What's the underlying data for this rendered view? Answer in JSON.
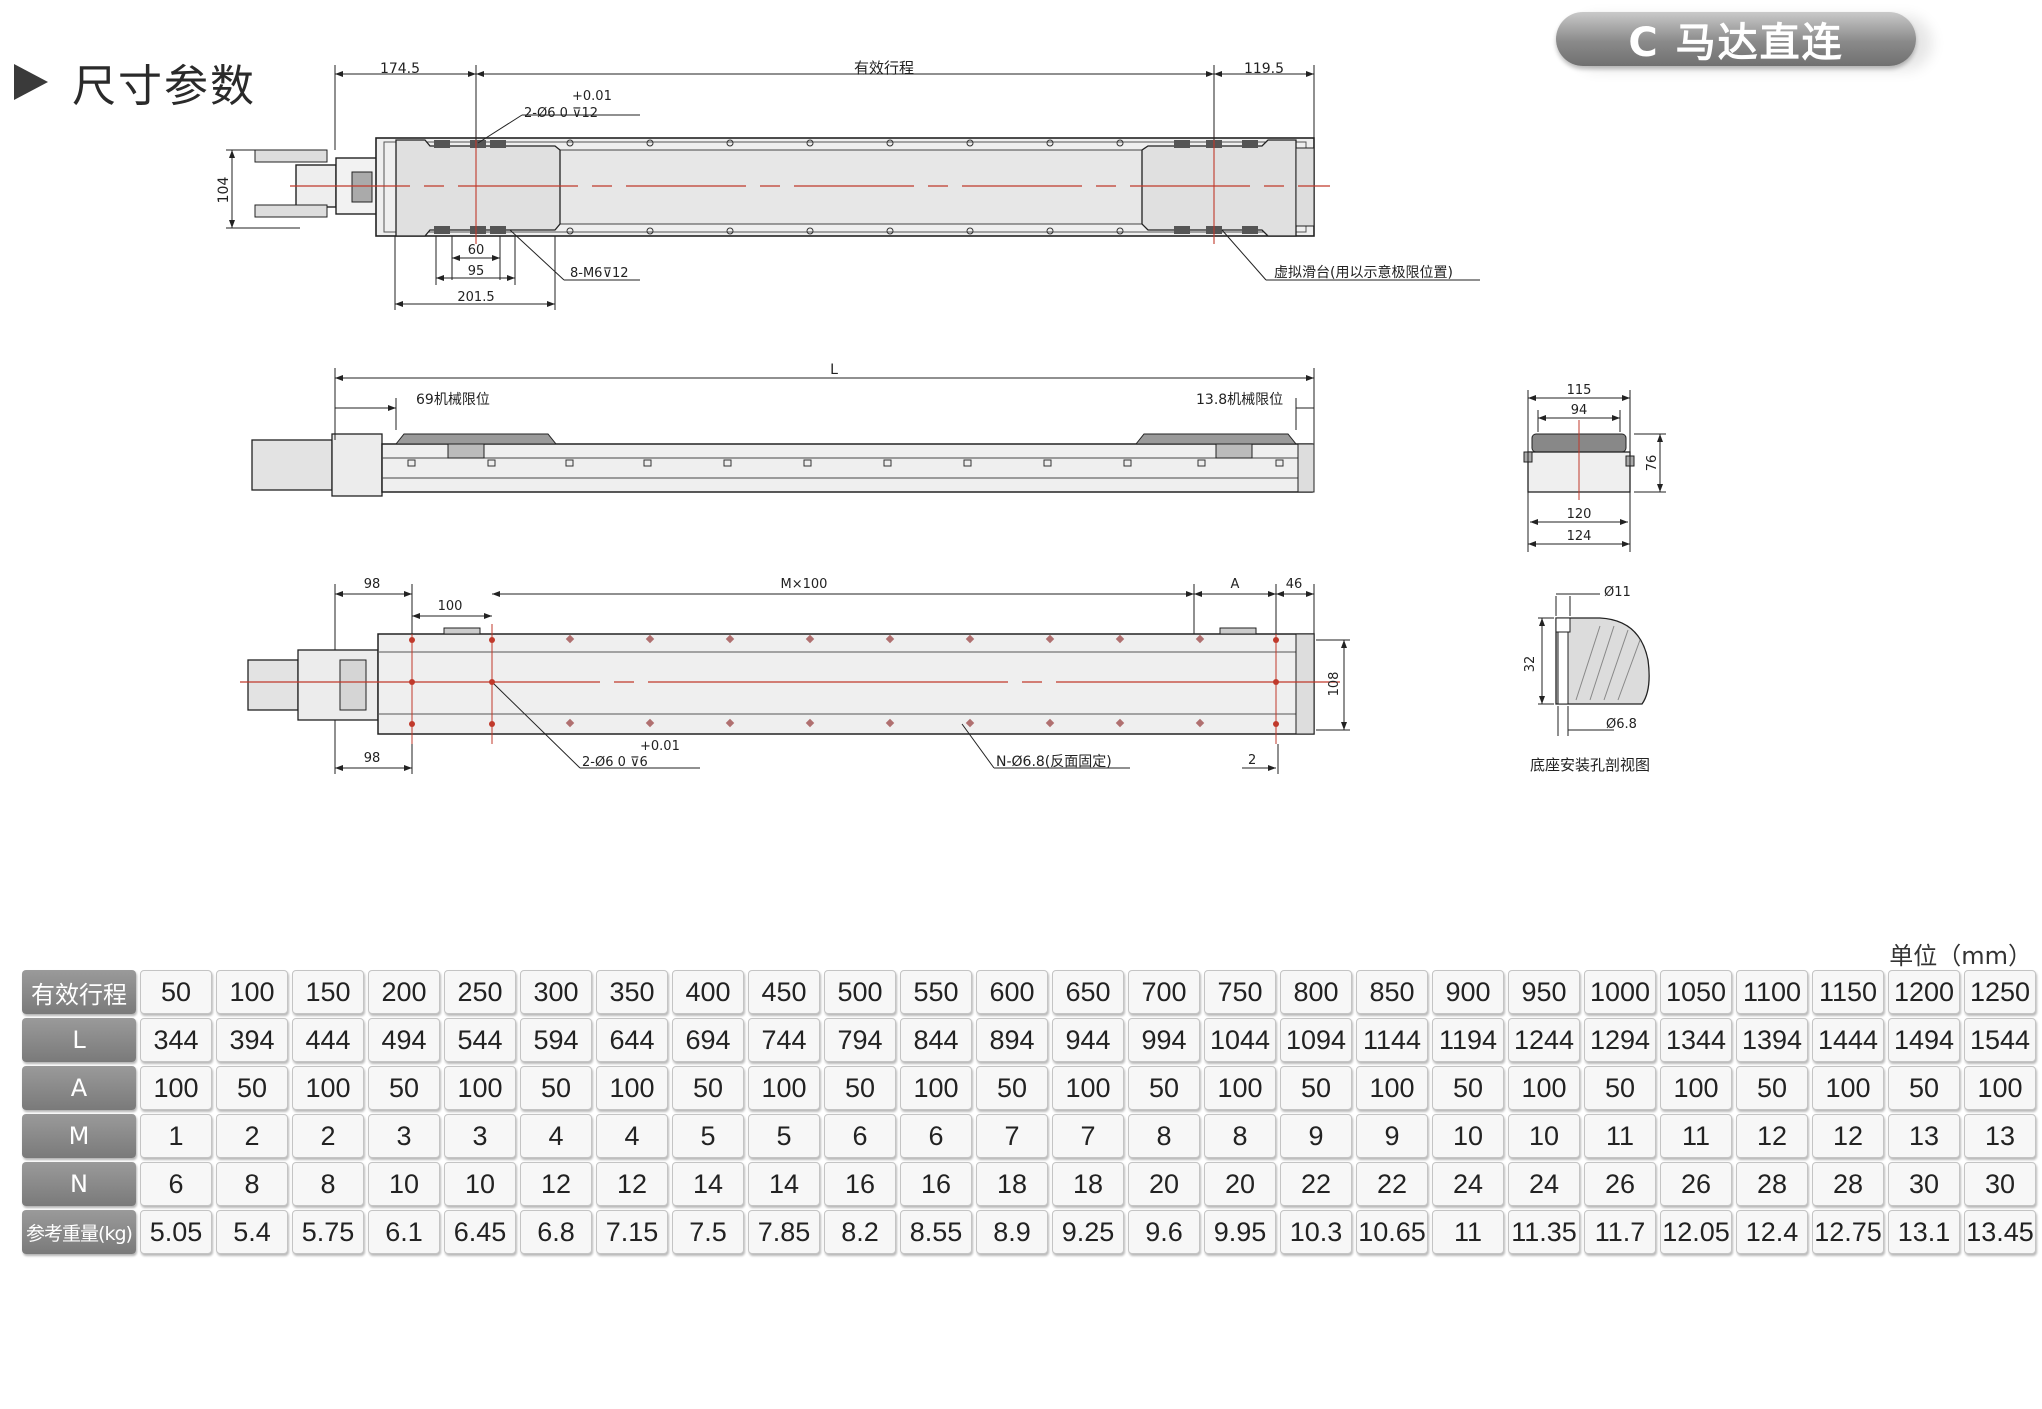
{
  "header": {
    "section_title": "尺寸参数",
    "badge": "C 马达直连"
  },
  "drawing": {
    "top_view": {
      "dim_left": "174.5",
      "dim_stroke": "有效行程",
      "dim_right": "119.5",
      "tol": "+0.01",
      "hole_2": "2-Ø6  0    ⊽12",
      "height": "104",
      "dim_60": "60",
      "dim_95": "95",
      "dim_2015": "201.5",
      "m6": "8-M6⊽12",
      "virtual_slide": "虚拟滑台(用以示意极限位置)"
    },
    "side_view": {
      "dim_L": "L",
      "mech_left": "69机械限位",
      "mech_right": "13.8机械限位"
    },
    "end_view": {
      "w115": "115",
      "w94": "94",
      "h76": "76",
      "w120": "120",
      "w124": "124"
    },
    "bottom_view": {
      "d98_top": "98",
      "d100": "100",
      "dM": "M×100",
      "dA": "A",
      "d46": "46",
      "h108": "108",
      "d98_bot": "98",
      "tol": "+0.01",
      "hole_2": "2-Ø6  0    ⊽6",
      "n_holes": "N-Ø6.8(反面固定)",
      "d2": "2"
    },
    "section_view": {
      "d11": "Ø11",
      "d32": "32",
      "d68": "Ø6.8",
      "caption": "底座安装孔剖视图"
    }
  },
  "table": {
    "unit": "单位（mm）",
    "rows": [
      {
        "label": "有效行程",
        "values": [
          "50",
          "100",
          "150",
          "200",
          "250",
          "300",
          "350",
          "400",
          "450",
          "500",
          "550",
          "600",
          "650",
          "700",
          "750",
          "800",
          "850",
          "900",
          "950",
          "1000",
          "1050",
          "1100",
          "1150",
          "1200",
          "1250"
        ]
      },
      {
        "label": "L",
        "values": [
          "344",
          "394",
          "444",
          "494",
          "544",
          "594",
          "644",
          "694",
          "744",
          "794",
          "844",
          "894",
          "944",
          "994",
          "1044",
          "1094",
          "1144",
          "1194",
          "1244",
          "1294",
          "1344",
          "1394",
          "1444",
          "1494",
          "1544"
        ]
      },
      {
        "label": "A",
        "values": [
          "100",
          "50",
          "100",
          "50",
          "100",
          "50",
          "100",
          "50",
          "100",
          "50",
          "100",
          "50",
          "100",
          "50",
          "100",
          "50",
          "100",
          "50",
          "100",
          "50",
          "100",
          "50",
          "100",
          "50",
          "100"
        ]
      },
      {
        "label": "M",
        "values": [
          "1",
          "2",
          "2",
          "3",
          "3",
          "4",
          "4",
          "5",
          "5",
          "6",
          "6",
          "7",
          "7",
          "8",
          "8",
          "9",
          "9",
          "10",
          "10",
          "11",
          "11",
          "12",
          "12",
          "13",
          "13"
        ]
      },
      {
        "label": "N",
        "values": [
          "6",
          "8",
          "8",
          "10",
          "10",
          "12",
          "12",
          "14",
          "14",
          "16",
          "16",
          "18",
          "18",
          "20",
          "20",
          "22",
          "22",
          "24",
          "24",
          "26",
          "26",
          "28",
          "28",
          "30",
          "30"
        ]
      },
      {
        "label": "参考重量(kg)",
        "values": [
          "5.05",
          "5.4",
          "5.75",
          "6.1",
          "6.45",
          "6.8",
          "7.15",
          "7.5",
          "7.85",
          "8.2",
          "8.55",
          "8.9",
          "9.25",
          "9.6",
          "9.95",
          "10.3",
          "10.65",
          "11",
          "11.35",
          "11.7",
          "12.05",
          "12.4",
          "12.75",
          "13.1",
          "13.45"
        ]
      }
    ]
  },
  "colors": {
    "line": "#222222",
    "center_line": "#c0392b",
    "body": "#e6e6e6",
    "header_cell": "#888888"
  }
}
